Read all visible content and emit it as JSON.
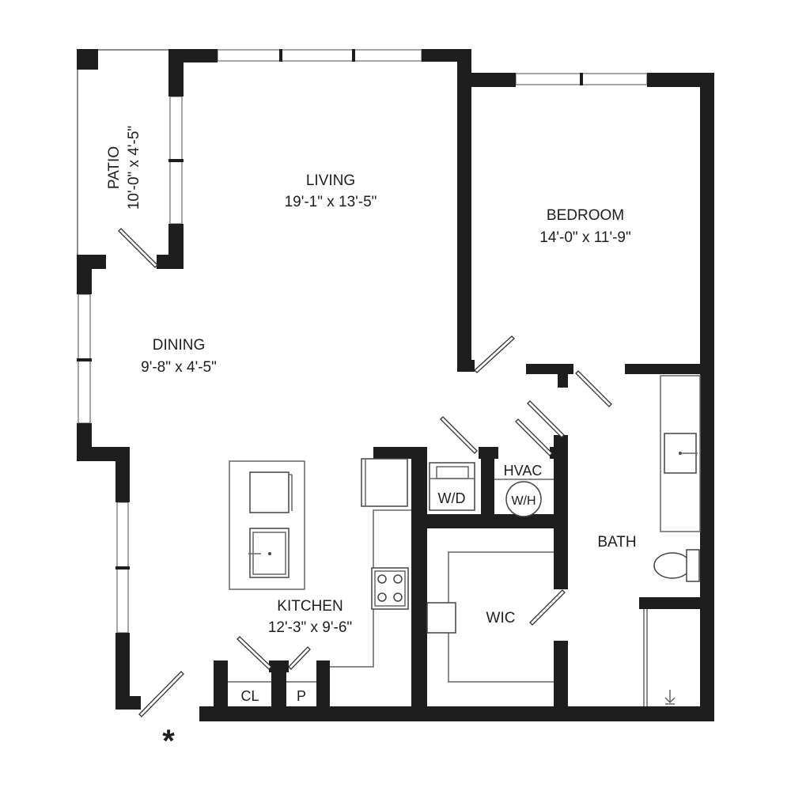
{
  "rooms": {
    "patio": {
      "name": "PATIO",
      "size": "10'-0\" x 4'-5\""
    },
    "living": {
      "name": "LIVING",
      "size": "19'-1\" x 13'-5\""
    },
    "bedroom": {
      "name": "BEDROOM",
      "size": "14'-0\" x 11'-9\""
    },
    "dining": {
      "name": "DINING",
      "size": "9'-8\" x 4'-5\""
    },
    "kitchen": {
      "name": "KITCHEN",
      "size": "12'-3\" x 9'-6\""
    },
    "wic": {
      "name": "WIC"
    },
    "bath": {
      "name": "BATH"
    },
    "hvac": {
      "name": "HVAC"
    },
    "closet": {
      "name": "CL"
    },
    "pantry": {
      "name": "P"
    }
  },
  "fixtures": {
    "washer_dryer": "W/D",
    "water_heater": "W/H"
  },
  "entry_marker": "*",
  "colors": {
    "wall": "#1e1e1e",
    "fixture": "#444444"
  }
}
